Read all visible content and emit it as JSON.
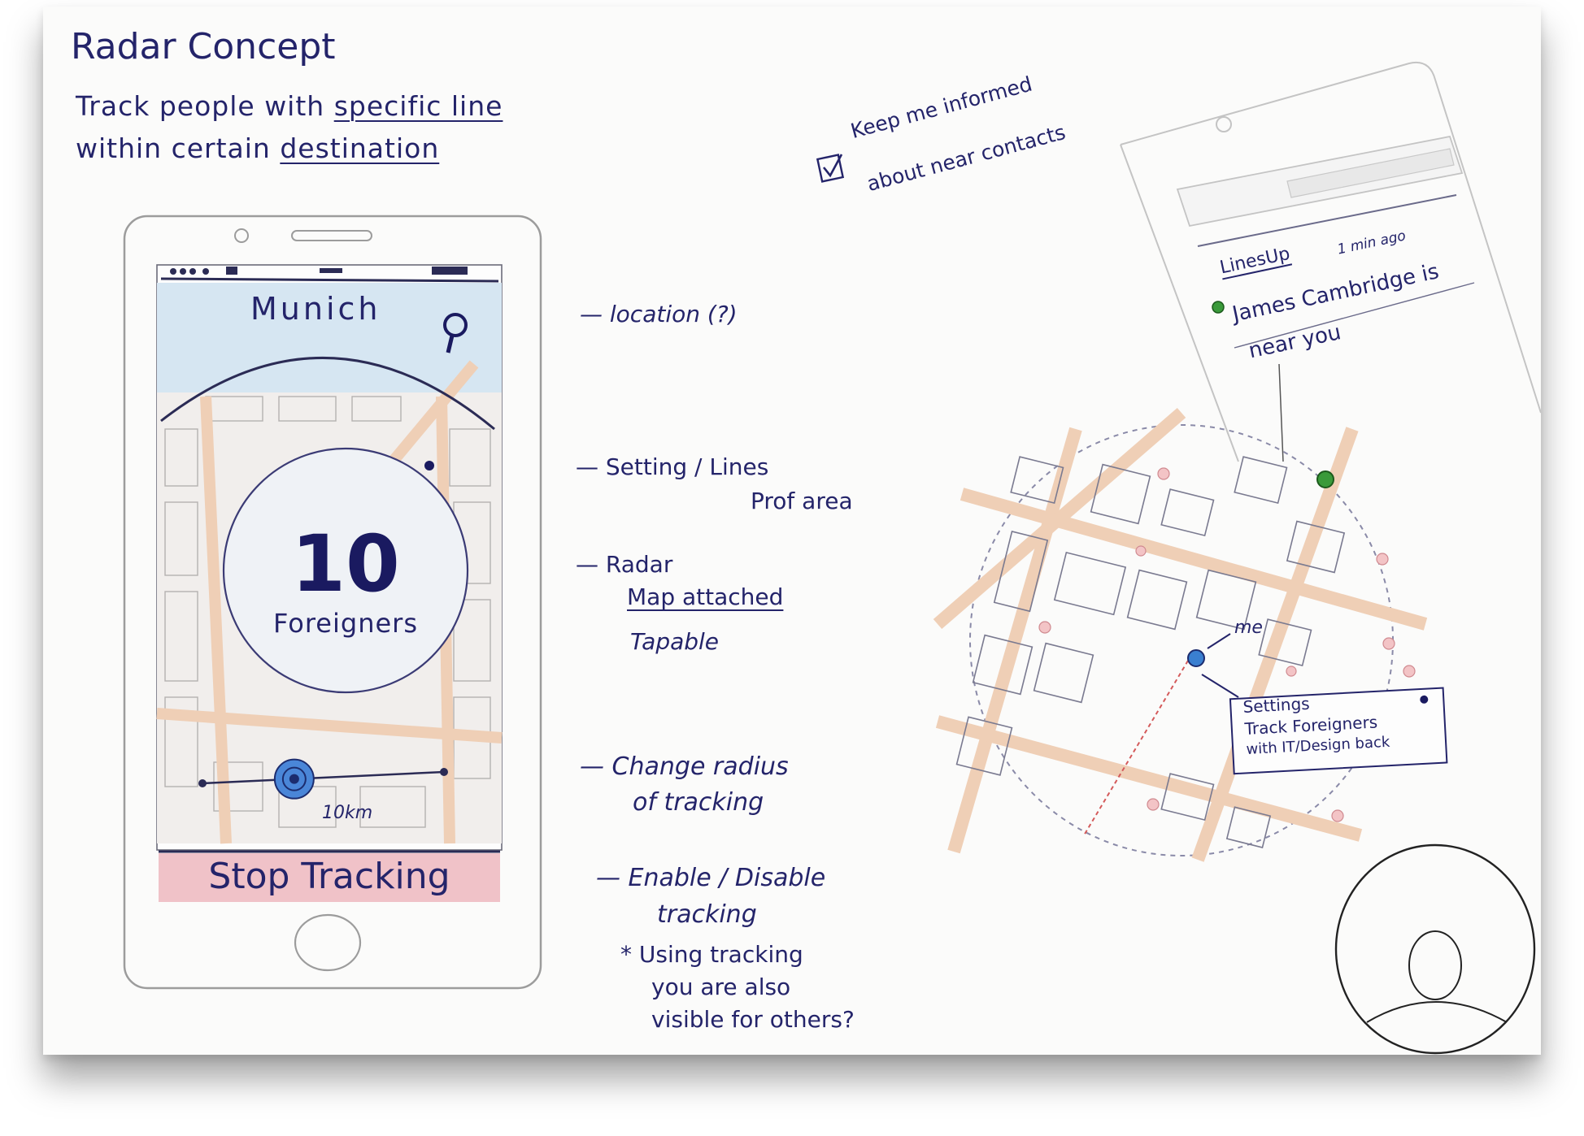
{
  "sketch": {
    "title": "Radar Concept",
    "subtitle_line1_plain": "Track people with ",
    "subtitle_line1_link": "specific line",
    "subtitle_line2_plain": "within certain ",
    "subtitle_line2_link": "destination",
    "keep_informed_line1": "Keep me informed",
    "keep_informed_line2": "about near contacts",
    "keep_informed_checked": true
  },
  "phone": {
    "city": "Munich",
    "count": "10",
    "count_label": "Foreigners",
    "radius_label": "10km",
    "radius_fraction": 0.38,
    "stop_button": "Stop Tracking"
  },
  "annotations": {
    "location": "— location (?)",
    "setting_line1": "— Setting / Lines",
    "setting_line2": "Prof area",
    "radar_line1": "— Radar",
    "radar_line2": "Map attached",
    "radar_line3": "Tapable",
    "radius_line1": "— Change radius",
    "radius_line2": "of tracking",
    "enable_line1": "— Enable / Disable",
    "enable_line2": "tracking",
    "note_line1": "* Using tracking",
    "note_line2": "you are also",
    "note_line3": "visible for others?"
  },
  "notification": {
    "app_name": "LinesUp",
    "time": "1 min ago",
    "message_line1": "James Cambridge is",
    "message_line2": "near you"
  },
  "radar_map": {
    "me_label": "me",
    "settings_title": "Settings",
    "settings_line1": "Track Foreigners",
    "settings_line2": "with IT/Design back"
  },
  "colors": {
    "ink": "#24246a",
    "stop_bar": "#f0c2c8",
    "header_blue": "#d6e6f2",
    "map_road": "#efcfb6",
    "green_dot": "#3a9a3a",
    "blue_dot": "#3a7fd0"
  }
}
